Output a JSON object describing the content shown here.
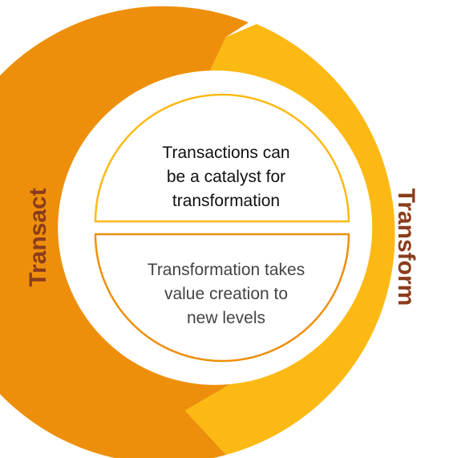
{
  "diagram": {
    "left_segment": {
      "label": "Transact",
      "color": "#ee8f0b"
    },
    "right_segment": {
      "label": "Transform",
      "color": "#fdb913"
    },
    "top_half": {
      "lines": [
        "Transactions can",
        "be a catalyst for",
        "transformation"
      ],
      "border_color": "#fdb913"
    },
    "bottom_half": {
      "lines": [
        "Transformation takes",
        "value creation to",
        "new levels"
      ],
      "border_color": "#ee8f0b"
    },
    "label_color": "#8a3d1c"
  }
}
